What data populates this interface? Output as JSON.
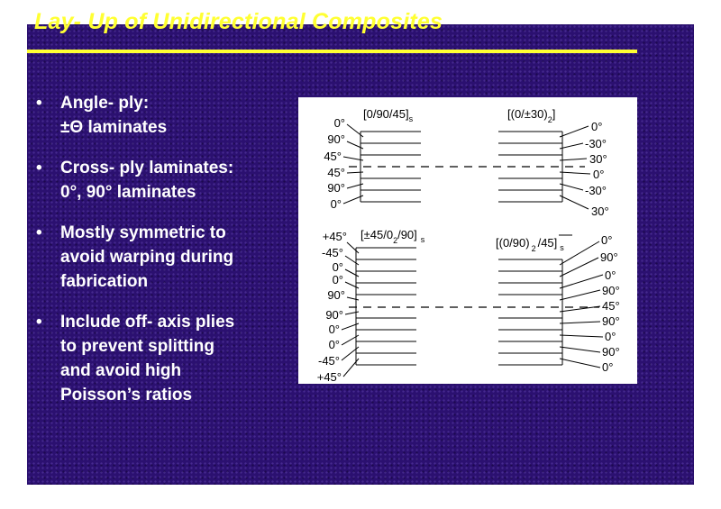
{
  "slide": {
    "title": "Lay- Up of Unidirectional Composites",
    "bullets": [
      {
        "lines": [
          "Angle- ply:",
          "±Θ laminates"
        ]
      },
      {
        "lines": [
          "Cross- ply laminates:",
          "0°, 90° laminates"
        ]
      },
      {
        "lines": [
          "Mostly symmetric to",
          "avoid warping during",
          "fabrication"
        ]
      },
      {
        "lines": [
          "Include off- axis plies",
          "to prevent splitting",
          "and avoid high",
          "Poisson’s ratios"
        ]
      }
    ]
  },
  "figure": {
    "stacks": [
      {
        "code": "[0/90/45]",
        "code_subscript": "s",
        "ply_labels": [
          "0°",
          "90°",
          "45°",
          "45°",
          "90°",
          "0°"
        ]
      },
      {
        "code": "[(0/±30)",
        "code_inner_subscript": "2",
        "code_close": "]",
        "ply_labels": [
          "0°",
          "-30°",
          "30°",
          "0°",
          "-30°",
          "30°"
        ]
      },
      {
        "code": "[±45/0",
        "code_inner_subscript": "2",
        "code_close": "/90]",
        "code_subscript": "s",
        "ply_labels": [
          "+45°",
          "-45°",
          "0°",
          "0°",
          "90°",
          "90°",
          "0°",
          "0°",
          "-45°",
          "+45°"
        ]
      },
      {
        "code": "[(0/90)",
        "code_inner_subscript": "2",
        "code_close": "/45]",
        "code_subscript": "s",
        "ply_labels": [
          "0°",
          "90°",
          "0°",
          "90°",
          "45°",
          "90°",
          "0°",
          "90°",
          "0°"
        ]
      }
    ]
  }
}
